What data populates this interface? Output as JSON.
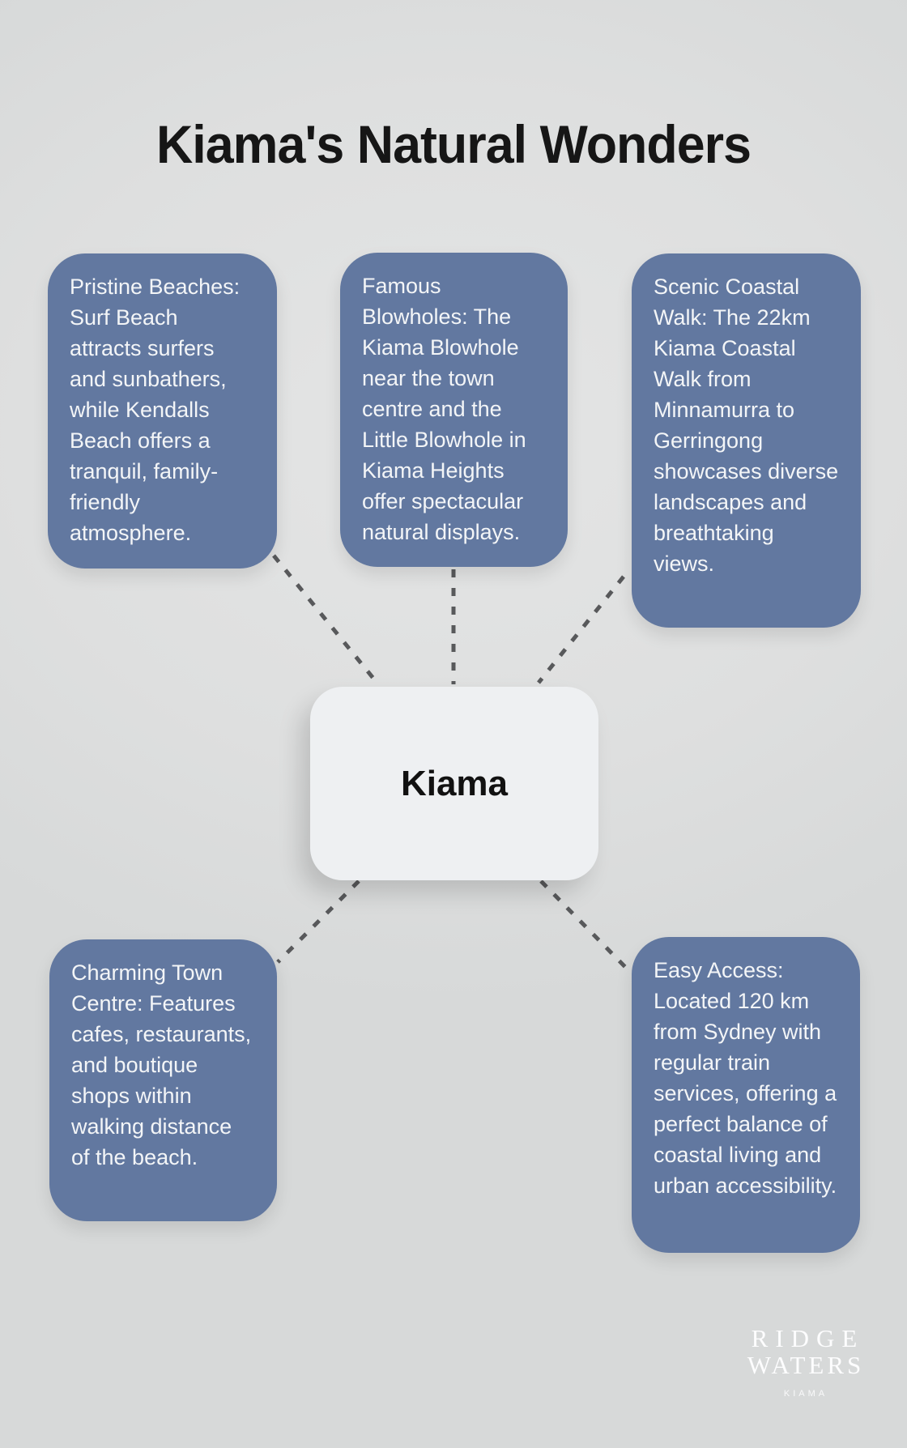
{
  "title": "Kiama's Natural Wonders",
  "center": {
    "label": "Kiama"
  },
  "nodes": [
    {
      "id": "pristine-beaches",
      "text": "Pristine Beaches: Surf Beach attracts surfers and sunbathers, while Kendalls Beach offers a tranquil, family-friendly atmosphere."
    },
    {
      "id": "famous-blowholes",
      "text": "Famous Blowholes: The Kiama Blowhole near the town centre and the Little Blowhole in Kiama Heights offer spectacular natural displays."
    },
    {
      "id": "scenic-coastal-walk",
      "text": "Scenic Coastal Walk: The 22km Kiama Coastal Walk from Minnamurra to Gerringong showcases diverse landscapes and breathtaking views."
    },
    {
      "id": "charming-town-centre",
      "text": "Charming Town Centre: Features cafes, restaurants, and boutique shops within walking distance of the beach."
    },
    {
      "id": "easy-access",
      "text": "Easy Access: Located 120 km from Sydney with regular train services, offering a perfect balance of coastal living and urban accessibility."
    }
  ],
  "logo": {
    "line1": "RIDGE",
    "line2": "WATERS",
    "line3": "KIAMA"
  },
  "colors": {
    "bg": "#dedfdf",
    "bg_light": "#e4e5e5",
    "bg_dark": "#d7d9d9",
    "node_fill": "#6278a0",
    "node_text": "#f3f5f7",
    "center_fill": "#eef0f2",
    "center_text": "#111111",
    "connector": "#58595b",
    "title": "#161616",
    "logo": "#fdfdfe"
  }
}
